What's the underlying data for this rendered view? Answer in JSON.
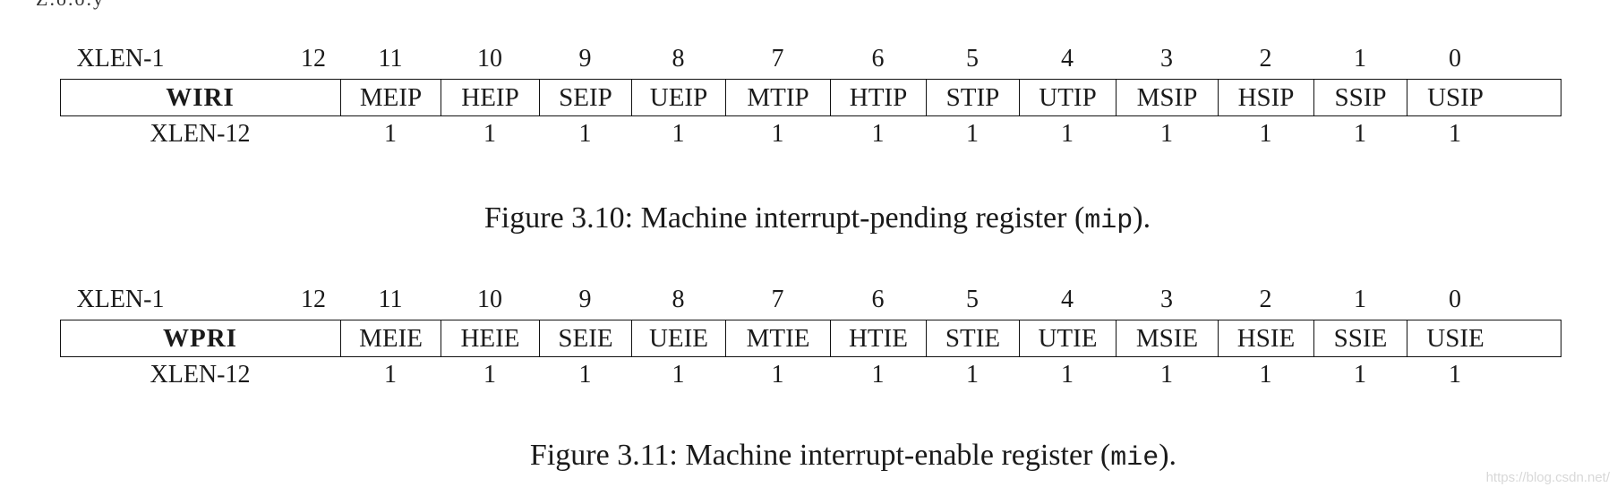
{
  "top_fragment": "Z.o.o.y",
  "registers": [
    {
      "indices": [
        "XLEN-1",
        "12",
        "11",
        "10",
        "9",
        "8",
        "7",
        "6",
        "5",
        "4",
        "3",
        "2",
        "1",
        "0"
      ],
      "reserved_field": "WIRI",
      "fields": [
        "MEIP",
        "HEIP",
        "SEIP",
        "UEIP",
        "MTIP",
        "HTIP",
        "STIP",
        "UTIP",
        "MSIP",
        "HSIP",
        "SSIP",
        "USIP"
      ],
      "widths": [
        "XLEN-12",
        "1",
        "1",
        "1",
        "1",
        "1",
        "1",
        "1",
        "1",
        "1",
        "1",
        "1",
        "1"
      ],
      "caption": {
        "prefix": "Figure 3.10: Machine interrupt-pending register (",
        "code": "mip",
        "suffix": ")."
      }
    },
    {
      "indices": [
        "XLEN-1",
        "12",
        "11",
        "10",
        "9",
        "8",
        "7",
        "6",
        "5",
        "4",
        "3",
        "2",
        "1",
        "0"
      ],
      "reserved_field": "WPRI",
      "fields": [
        "MEIE",
        "HEIE",
        "SEIE",
        "UEIE",
        "MTIE",
        "HTIE",
        "STIE",
        "UTIE",
        "MSIE",
        "HSIE",
        "SSIE",
        "USIE"
      ],
      "widths": [
        "XLEN-12",
        "1",
        "1",
        "1",
        "1",
        "1",
        "1",
        "1",
        "1",
        "1",
        "1",
        "1",
        "1"
      ],
      "caption": {
        "prefix": "Figure 3.11: Machine interrupt-enable register (",
        "code": "mie",
        "suffix": ")."
      }
    }
  ],
  "watermark": "https://blog.csdn.net/"
}
